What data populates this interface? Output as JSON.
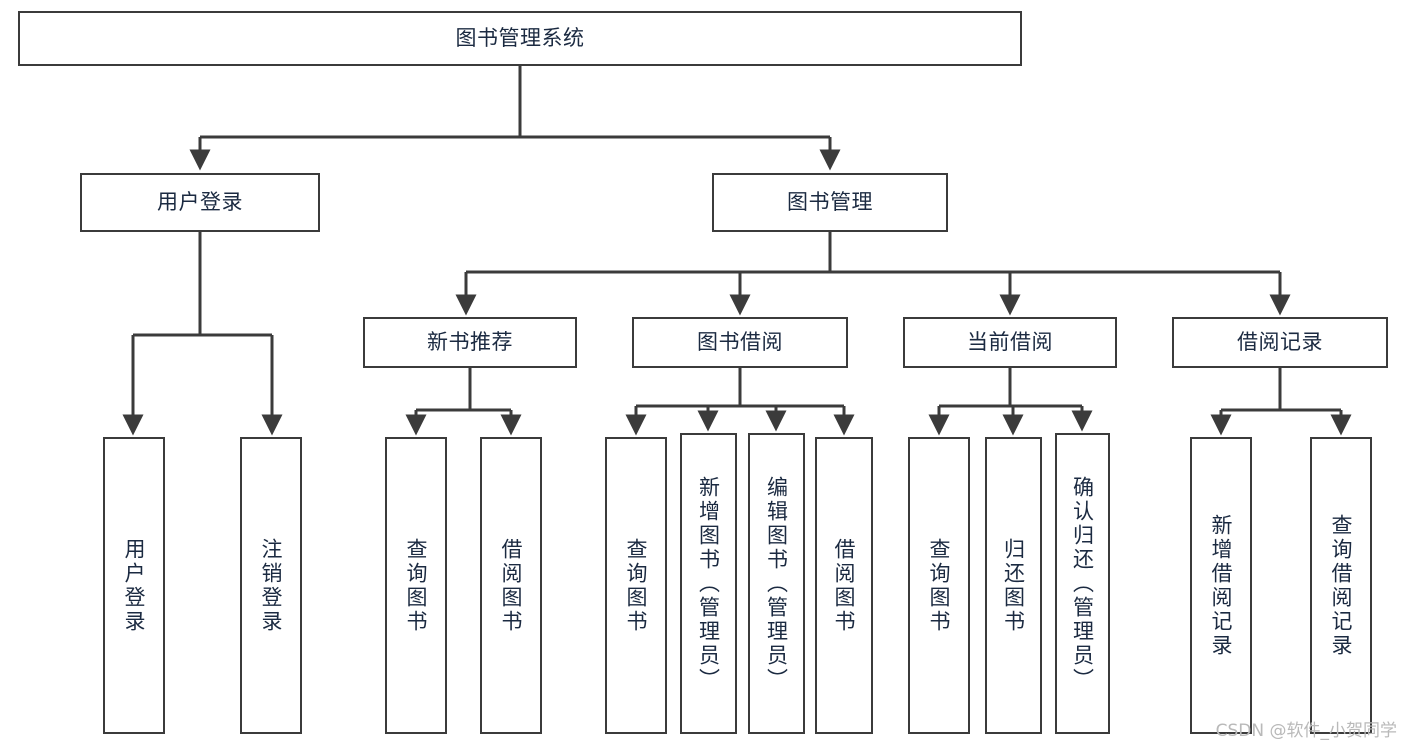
{
  "diagram": {
    "title": "图书管理系统",
    "type": "hierarchy-tree",
    "colors": {
      "box_border": "#3b3b3b",
      "box_fill": "#ffffff",
      "edge": "#3b3b3b",
      "text": "#1b2a41",
      "watermark": "#b9b9b9"
    },
    "levels": {
      "root": {
        "label": "图书管理系统"
      },
      "level2": [
        {
          "label": "用户登录"
        },
        {
          "label": "图书管理"
        }
      ],
      "level3": [
        {
          "label": "新书推荐"
        },
        {
          "label": "图书借阅"
        },
        {
          "label": "当前借阅"
        },
        {
          "label": "借阅记录"
        }
      ],
      "leaves": [
        {
          "label": "用户登录",
          "parent": "用户登录"
        },
        {
          "label": "注销登录",
          "parent": "用户登录"
        },
        {
          "label": "查询图书",
          "parent": "新书推荐"
        },
        {
          "label": "借阅图书",
          "parent": "新书推荐"
        },
        {
          "label": "查询图书",
          "parent": "图书借阅"
        },
        {
          "label": "新增图书（管理员）",
          "parent": "图书借阅"
        },
        {
          "label": "编辑图书（管理员）",
          "parent": "图书借阅"
        },
        {
          "label": "借阅图书",
          "parent": "图书借阅"
        },
        {
          "label": "查询图书",
          "parent": "当前借阅"
        },
        {
          "label": "归还图书",
          "parent": "当前借阅"
        },
        {
          "label": "确认归还（管理员）",
          "parent": "当前借阅"
        },
        {
          "label": "新增借阅记录",
          "parent": "借阅记录"
        },
        {
          "label": "查询借阅记录",
          "parent": "借阅记录"
        }
      ]
    }
  },
  "watermark": "CSDN @软件_小贺同学"
}
